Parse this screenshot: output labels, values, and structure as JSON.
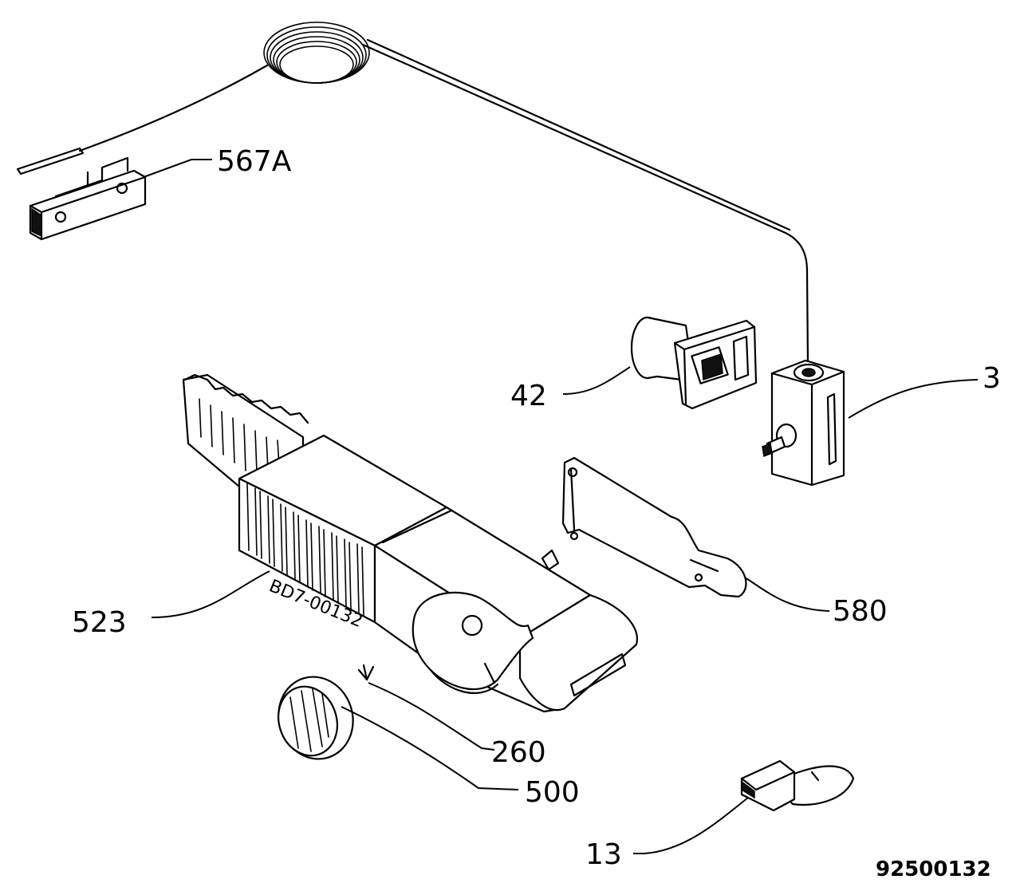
{
  "diagram": {
    "labels": {
      "capillary_clip": "567A",
      "thermostat": "3",
      "lamp_holder": "42",
      "housing": "523",
      "cover_plate": "580",
      "screw": "260",
      "knob": "500",
      "switch": "13"
    },
    "housing_stamp": "BD7-00132",
    "reference_number": "92500132"
  }
}
